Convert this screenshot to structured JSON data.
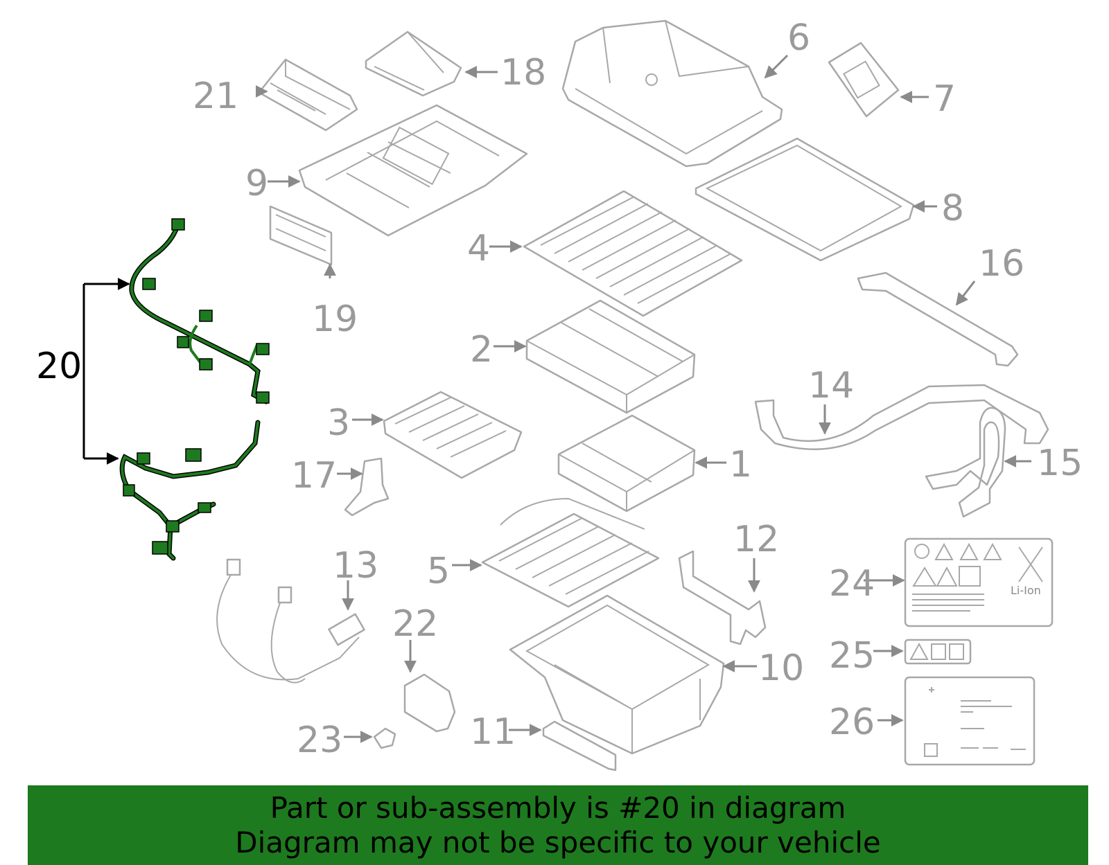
{
  "callouts": {
    "c1": "1",
    "c2": "2",
    "c3": "3",
    "c4": "4",
    "c5": "5",
    "c6": "6",
    "c7": "7",
    "c8": "8",
    "c9": "9",
    "c10": "10",
    "c11": "11",
    "c12": "12",
    "c13": "13",
    "c14": "14",
    "c15": "15",
    "c16": "16",
    "c17": "17",
    "c18": "18",
    "c19": "19",
    "c20": "20",
    "c21": "21",
    "c22": "22",
    "c23": "23",
    "c24": "24",
    "c25": "25",
    "c26": "26"
  },
  "label_24_text": "Li-Ion",
  "highlight_color": "#1e7a1e",
  "banner": {
    "line1": "Part or sub-assembly is #20 in diagram",
    "line2": "Diagram may not be specific to your vehicle"
  }
}
